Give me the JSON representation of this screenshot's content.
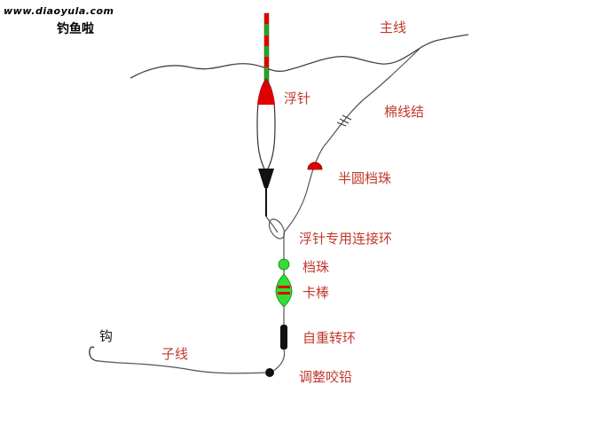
{
  "watermark": {
    "url": "www.diaoyula.com",
    "name": "钓鱼啦"
  },
  "labels": {
    "main_line": "主线",
    "float": "浮针",
    "cotton_knot": "棉线结",
    "half_bead": "半圆档珠",
    "connector": "浮针专用连接环",
    "stop_bead": "档珠",
    "clip_rod": "卡棒",
    "swivel_weight": "自重转环",
    "split_shot": "调整咬铅",
    "leader": "子线",
    "hook": "钩"
  },
  "colors": {
    "label_red": "#c0392b",
    "label_black": "#1a1a1a",
    "float_red": "#e00000",
    "float_green": "#22aa22",
    "bead_green": "#33dd33",
    "line": "#555555",
    "water": "#444444"
  }
}
